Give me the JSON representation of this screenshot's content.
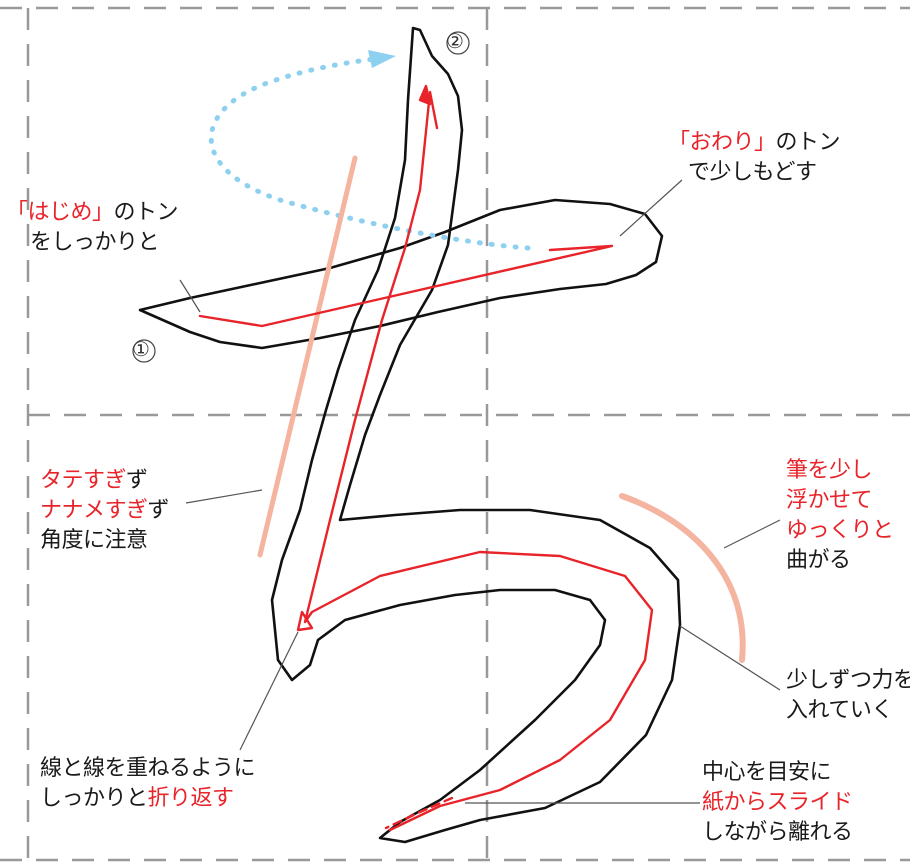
{
  "stroke_numbers": {
    "first": "①",
    "second": "②"
  },
  "notes": {
    "owari": {
      "line1_red": "「おわり」",
      "line1_black": "のトン",
      "line2": "で少しもどす"
    },
    "hajime": {
      "line1_red": "「はじめ」",
      "line1_black": "のトン",
      "line2": "をしっかりと"
    },
    "angle": {
      "line1_red": "タテすぎ",
      "line1_black": "ず",
      "line2_red": "ナナメすぎ",
      "line2_black": "ず",
      "line3": "角度に注意"
    },
    "curve": {
      "line1": "筆を少し",
      "line2": "浮かせて",
      "line3": "ゆっくりと",
      "line4": "曲がる"
    },
    "pressure": {
      "line1": "少しずつ力を",
      "line2": "入れていく"
    },
    "turn": {
      "line1": "線と線を重ねるように",
      "line2_black": "しっかりと",
      "line2_red": "折り返す"
    },
    "release": {
      "line1": "中心を目安に",
      "line2": "紙からスライド",
      "line3": "しながら離れる"
    }
  },
  "colors": {
    "accent_red": "#e8242a",
    "guide_pink": "#f4b4a0",
    "arc_blue": "#8ed0f0",
    "grid_gray": "#999999",
    "outline": "#111111"
  }
}
